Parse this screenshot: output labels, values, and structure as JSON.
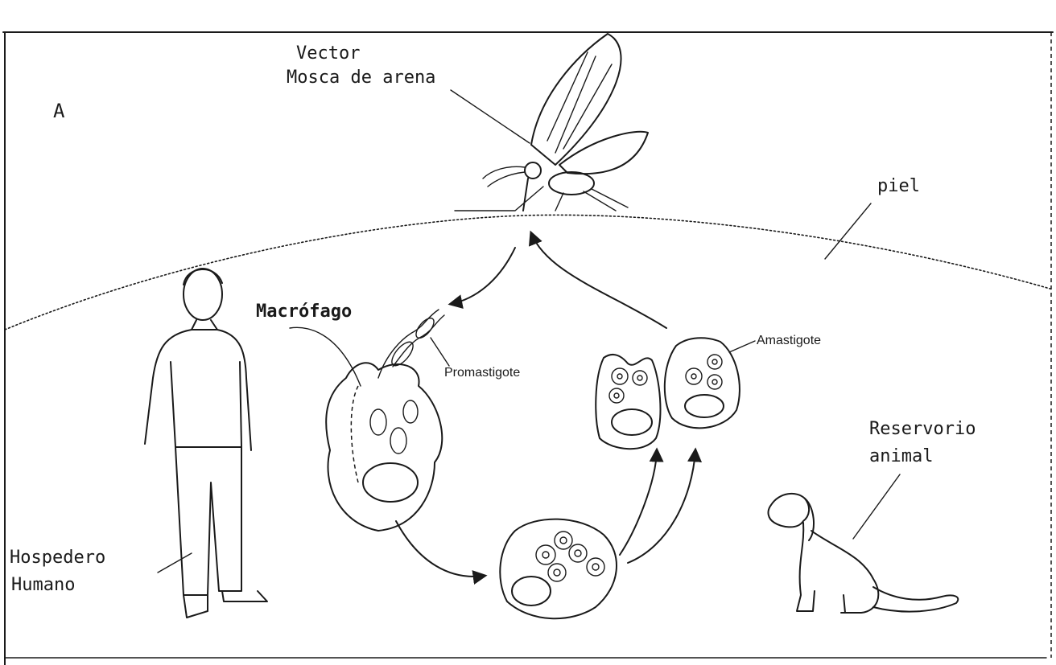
{
  "panel_letter": "A",
  "labels": {
    "vector_line1": "Vector",
    "vector_line2": "Mosca de arena",
    "skin": "piel",
    "macrophage": "Macrófago",
    "promastigote": "Promastigote",
    "amastigote": "Amastigote",
    "reservoir_line1": "Reservorio",
    "reservoir_line2": "animal",
    "host_line1": "Hospedero",
    "host_line2": "Humano"
  },
  "icons": [
    "sandfly-icon",
    "human-figure-icon",
    "dog-icon",
    "macrophage-cell-icon",
    "infected-cell-icon"
  ]
}
